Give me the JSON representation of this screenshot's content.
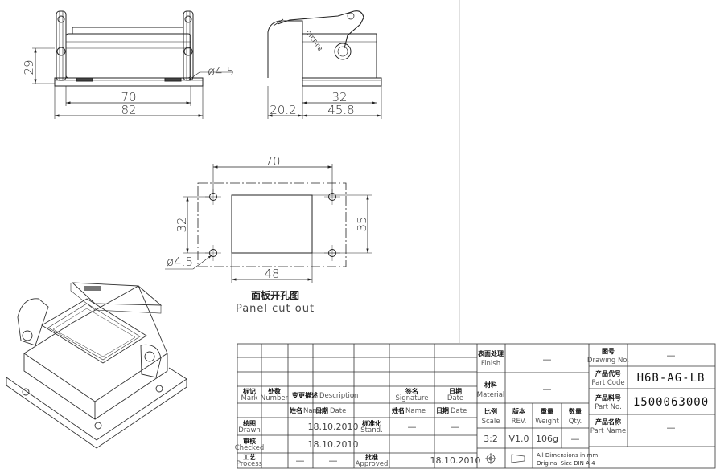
{
  "front_view": {
    "dim_width_inner": "70",
    "dim_width_outer": "82",
    "dim_height": "29",
    "dim_hole": "ø4.5"
  },
  "side_view": {
    "dim_offset": "20.2",
    "dim_inner": "32",
    "dim_outer": "45.8",
    "stamp_text": "CTCF-08"
  },
  "panel": {
    "dim_hole_pitch_x": "70",
    "dim_hole_pitch_y": "32",
    "dim_cutout_w": "48",
    "dim_cutout_h": "35",
    "dim_hole": "ø4.5",
    "caption_cn": "面板开孔图",
    "caption_en": "Panel cut out"
  },
  "title_block": {
    "rev_header": {
      "mark_cn": "标记",
      "mark_en": "Mark",
      "number_cn": "处数",
      "number_en": "Number",
      "desc_cn": "变更描述",
      "desc_en": "Description",
      "sig_cn": "签名",
      "sig_en": "Signature",
      "date_cn": "日期",
      "date_en": "Date"
    },
    "sign_header": {
      "name_cn": "姓名",
      "name_en": "Name",
      "date_cn": "日期",
      "date_en": "Date",
      "name2_cn": "姓名",
      "name2_en": "Name",
      "date2_cn": "日期",
      "date2_en": "Date"
    },
    "rows": {
      "drawn_cn": "绘图",
      "drawn_en": "Drawn",
      "drawn_date": "18.10.2010",
      "checked_cn": "审核",
      "checked_en": "Checked",
      "checked_date": "18.10.2010",
      "process_cn": "工艺",
      "process_en": "Process",
      "process_name": "—",
      "process_date": "—",
      "stand_cn": "标准化",
      "stand_en": "Stand.",
      "stand_name": "—",
      "stand_date": "—",
      "approved_cn": "批准",
      "approved_en": "Approved",
      "approved_date": "18.10.2010"
    },
    "finish_cn": "表面处理",
    "finish_en": "Finish",
    "finish_value": "—",
    "material_cn": "材料",
    "material_en": "Material",
    "material_value": "—",
    "scale_cn": "比例",
    "scale_en": "Scale",
    "scale_value": "3:2",
    "rev_cn": "版本",
    "rev_en": "REV.",
    "rev_value": "V1.0",
    "weight_cn": "重量",
    "weight_en": "Weight",
    "weight_value": "106g",
    "qty_cn": "数量",
    "qty_en": "Qty.",
    "qty_value": "—",
    "dims_note_1": "All Dimensions in mm",
    "dims_note_2": "Original Size DIN A 4",
    "drawing_no_cn": "图号",
    "drawing_no_en": "Drawing No.",
    "drawing_no_value": "—",
    "part_code_cn": "产品代号",
    "part_code_en": "Part Code",
    "part_code_value": "H6B-AG-LB",
    "part_no_cn": "产品料号",
    "part_no_en": "Part No.",
    "part_no_value": "1500063000",
    "part_name_cn": "产品名称",
    "part_name_en": "Part Name",
    "part_name_value": "—"
  }
}
